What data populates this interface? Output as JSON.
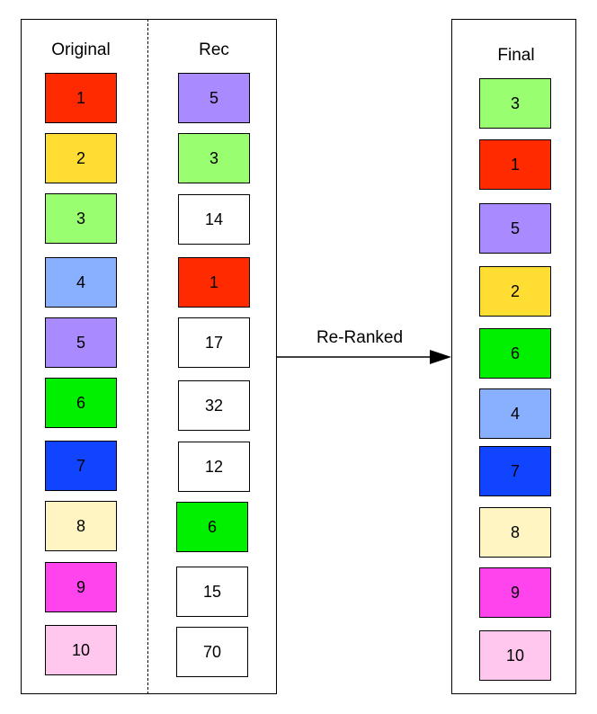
{
  "columns": {
    "original": {
      "title": "Original",
      "items": [
        {
          "label": "1",
          "color": "#ff2a00"
        },
        {
          "label": "2",
          "color": "#ffdd33"
        },
        {
          "label": "3",
          "color": "#99ff70"
        },
        {
          "label": "4",
          "color": "#88b0ff"
        },
        {
          "label": "5",
          "color": "#a98bff"
        },
        {
          "label": "6",
          "color": "#00f000"
        },
        {
          "label": "7",
          "color": "#1144ff"
        },
        {
          "label": "8",
          "color": "#fff5c2"
        },
        {
          "label": "9",
          "color": "#ff44ee"
        },
        {
          "label": "10",
          "color": "#ffc6ee"
        }
      ]
    },
    "rec": {
      "title": "Rec",
      "items": [
        {
          "label": "5",
          "color": "#a98bff"
        },
        {
          "label": "3",
          "color": "#99ff70"
        },
        {
          "label": "14",
          "color": "#ffffff"
        },
        {
          "label": "1",
          "color": "#ff2a00"
        },
        {
          "label": "17",
          "color": "#ffffff"
        },
        {
          "label": "32",
          "color": "#ffffff"
        },
        {
          "label": "12",
          "color": "#ffffff"
        },
        {
          "label": "6",
          "color": "#00f000"
        },
        {
          "label": "15",
          "color": "#ffffff"
        },
        {
          "label": "70",
          "color": "#ffffff"
        }
      ]
    },
    "final": {
      "title": "Final",
      "items": [
        {
          "label": "3",
          "color": "#99ff70"
        },
        {
          "label": "1",
          "color": "#ff2a00"
        },
        {
          "label": "5",
          "color": "#a98bff"
        },
        {
          "label": "2",
          "color": "#ffdd33"
        },
        {
          "label": "6",
          "color": "#00f000"
        },
        {
          "label": "4",
          "color": "#88b0ff"
        },
        {
          "label": "7",
          "color": "#1144ff"
        },
        {
          "label": "8",
          "color": "#fff5c2"
        },
        {
          "label": "9",
          "color": "#ff44ee"
        },
        {
          "label": "10",
          "color": "#ffc6ee"
        }
      ]
    }
  },
  "arrow": {
    "label": "Re-Ranked"
  }
}
